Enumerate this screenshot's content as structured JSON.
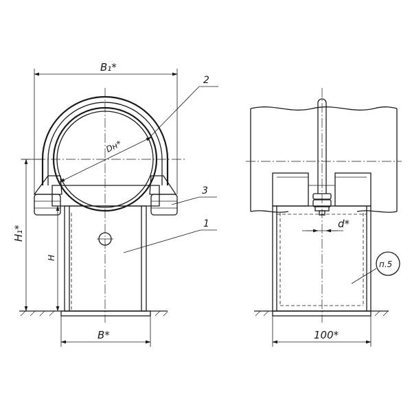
{
  "labels": {
    "b1": "B₁*",
    "b": "B*",
    "dn": "Dн*",
    "h1": "H₁*",
    "h": "H",
    "d": "d*",
    "w100": "100*",
    "p5": "п.5",
    "part1": "1",
    "part2": "2",
    "part3": "3"
  }
}
